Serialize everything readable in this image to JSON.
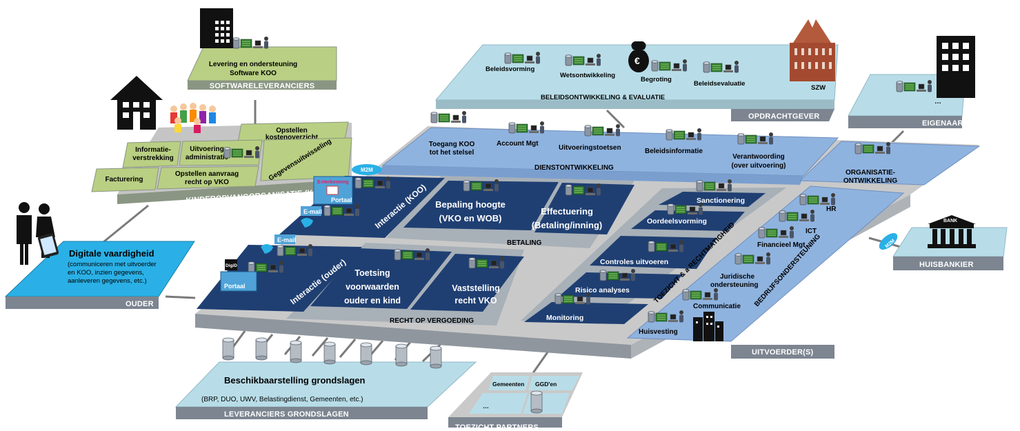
{
  "software": {
    "item": [
      "Levering en ondersteuning",
      "Software KOO"
    ],
    "bar": "SOFTWARELEVERANCIERS"
  },
  "koo": {
    "kosten": [
      "Opstellen",
      "kostenoverzicht"
    ],
    "informatie": [
      "Informatie-",
      "verstrekking"
    ],
    "uitvoering": [
      "Uitvoering",
      "administratie"
    ],
    "gegevens": "Gegevensuitwisseling",
    "facturering": "Facturering",
    "aanvraag": [
      "Opstellen aanvraag",
      "recht op VKO"
    ],
    "bar": "KINDEROPVANGORGANISATIE (KOO)"
  },
  "ouder": {
    "title": "Digitale vaardigheid",
    "desc": [
      "(communiceren met uitvoerder",
      "en KOO, inzien gegevens,",
      "aanleveren gegevens, etc.)"
    ],
    "bar": "OUDER"
  },
  "opdrachtgever": {
    "items": [
      "Beleidsvorming",
      "Wetsontwikkeling",
      "Begroting",
      "Beleidsevaluatie",
      "SZW"
    ],
    "sub": "BELEIDSONTWIKKELING & EVALUATIE",
    "bar": "OPDRACHTGEVER"
  },
  "eigenaar": {
    "dots": "…",
    "bar": "EIGENAAR"
  },
  "dienst": {
    "toegang": [
      "Toegang KOO",
      "tot het stelsel"
    ],
    "account": "Account Mgt",
    "toetsen": "Uitvoeringstoetsen",
    "beleidsinfo": "Beleidsinformatie",
    "verantwoording": [
      "Verantwoording",
      "(over uitvoering)"
    ],
    "bar": "DIENSTONTWIKKELING"
  },
  "org": [
    "ORGANISATIE-",
    "ONTWIKKELING"
  ],
  "uitvoerder": {
    "m2m": "M2M",
    "eherkenning": "E-Herkenning",
    "portaal": "Portaal",
    "email": "E-mail",
    "digid": "DigiD",
    "interactie_koo": "Interactie (KOO)",
    "interactie_ouder": "Interactie (ouder)",
    "bepaling": [
      "Bepaling hoogte",
      "(VKO en WOB)"
    ],
    "effectuering": [
      "Effectuering",
      "(Betaling/inning)"
    ],
    "betaling": "BETALING",
    "toetsing": [
      "Toetsing",
      "voorwaarden",
      "ouder en kind"
    ],
    "vaststelling": [
      "Vaststelling",
      "recht VKO"
    ],
    "recht": "RECHT OP VERGOEDING",
    "sanctionering": "Sanctionering",
    "oordeel": "Oordeelsvorming",
    "controles": "Controles uitvoeren",
    "risico": "Risico analyses",
    "monitoring": "Monitoring",
    "toezicht": "TOEZICHT & a RECHTMATIGHEID",
    "hr": "HR",
    "ict": "ICT",
    "financieel": "Financieel Mgt",
    "juridisch": [
      "Juridische",
      "ondersteuning"
    ],
    "communicatie": "Communicatie",
    "huisvesting": "Huisvesting",
    "bedrijf": "BEDRIJFSONDERSTEUNING",
    "bar": "UITVOERDER(S)"
  },
  "bank": {
    "logo": "BANK",
    "m2m": "M2M",
    "bar": "HUISBANKIER"
  },
  "grondslagen": {
    "title": "Beschikbaarstelling grondslagen",
    "desc": "(BRP, DUO, UWV, Belastingdienst, Gemeenten, etc.)",
    "bar": "LEVERANCIERS GRONDSLAGEN"
  },
  "toezichtpartners": {
    "gemeenten": "Gemeenten",
    "ggd": "GGD'en",
    "dots": "…",
    "bar": "TOEZICHT PARTNERS"
  },
  "colors": {
    "green_top": "#b9cf83",
    "green_bar": "#8a9683",
    "cyan": "#2ab0e6",
    "lightblue": "#b8dde8",
    "bluepanel": "#8fb3df",
    "navy": "#1f3f72",
    "grey_bar": "#7c8590",
    "platform": "#c9c9c9"
  }
}
